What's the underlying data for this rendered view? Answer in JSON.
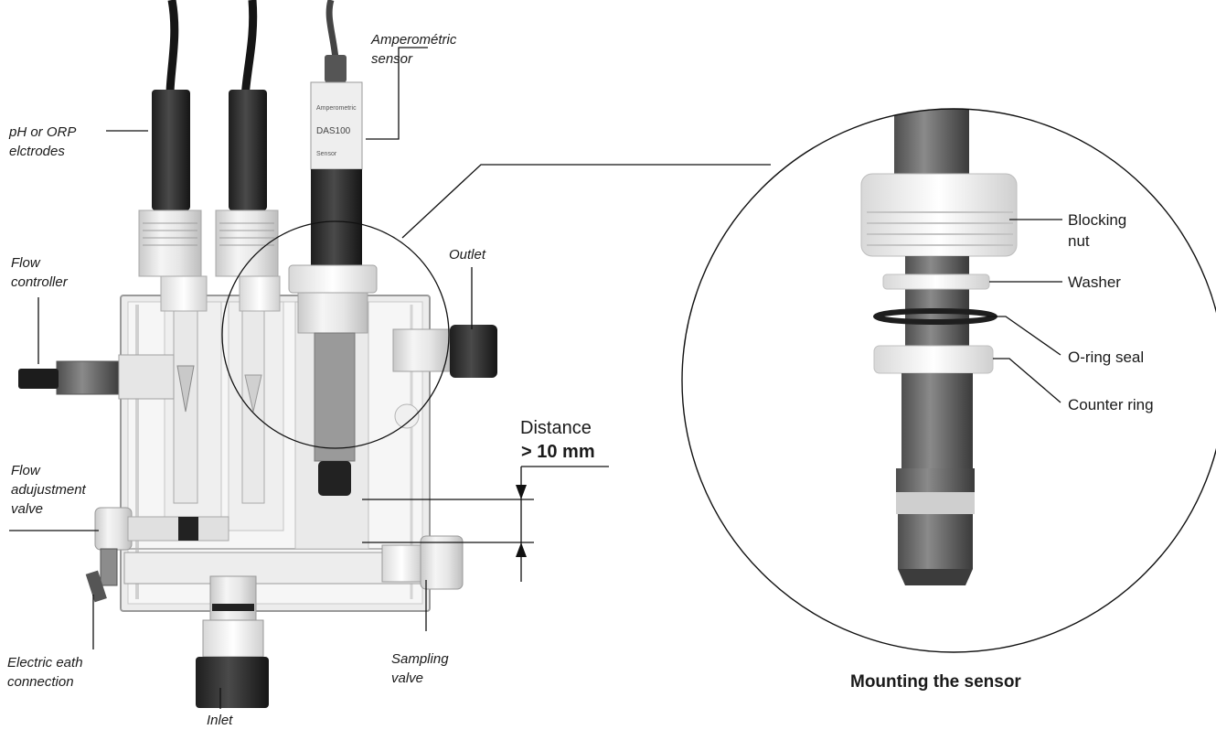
{
  "labels": {
    "amperometric_sensor": "Amperométric\nsensor",
    "ph_orp_electrodes": "pH or ORP\nelctrodes",
    "flow_controller": "Flow\ncontroller",
    "outlet": "Outlet",
    "flow_adjustment_valve": "Flow\nadujustment\nvalve",
    "electric_earth_connection": "Electric eath\nconnection",
    "inlet": "Inlet",
    "sampling_valve": "Sampling\nvalve",
    "distance": "Distance",
    "distance_value": "> 10 mm"
  },
  "detail": {
    "blocking_nut": "Blocking\nnut",
    "washer": "Washer",
    "o_ring_seal": "O-ring seal",
    "counter_ring": "Counter ring",
    "caption": "Mounting the sensor"
  },
  "sensor_print": [
    "Amperometric",
    "DAS100",
    "Sensor"
  ],
  "icons": [
    "flow-cell-illustration",
    "sensor-detail-illustration",
    "dimension-arrow-icon"
  ]
}
